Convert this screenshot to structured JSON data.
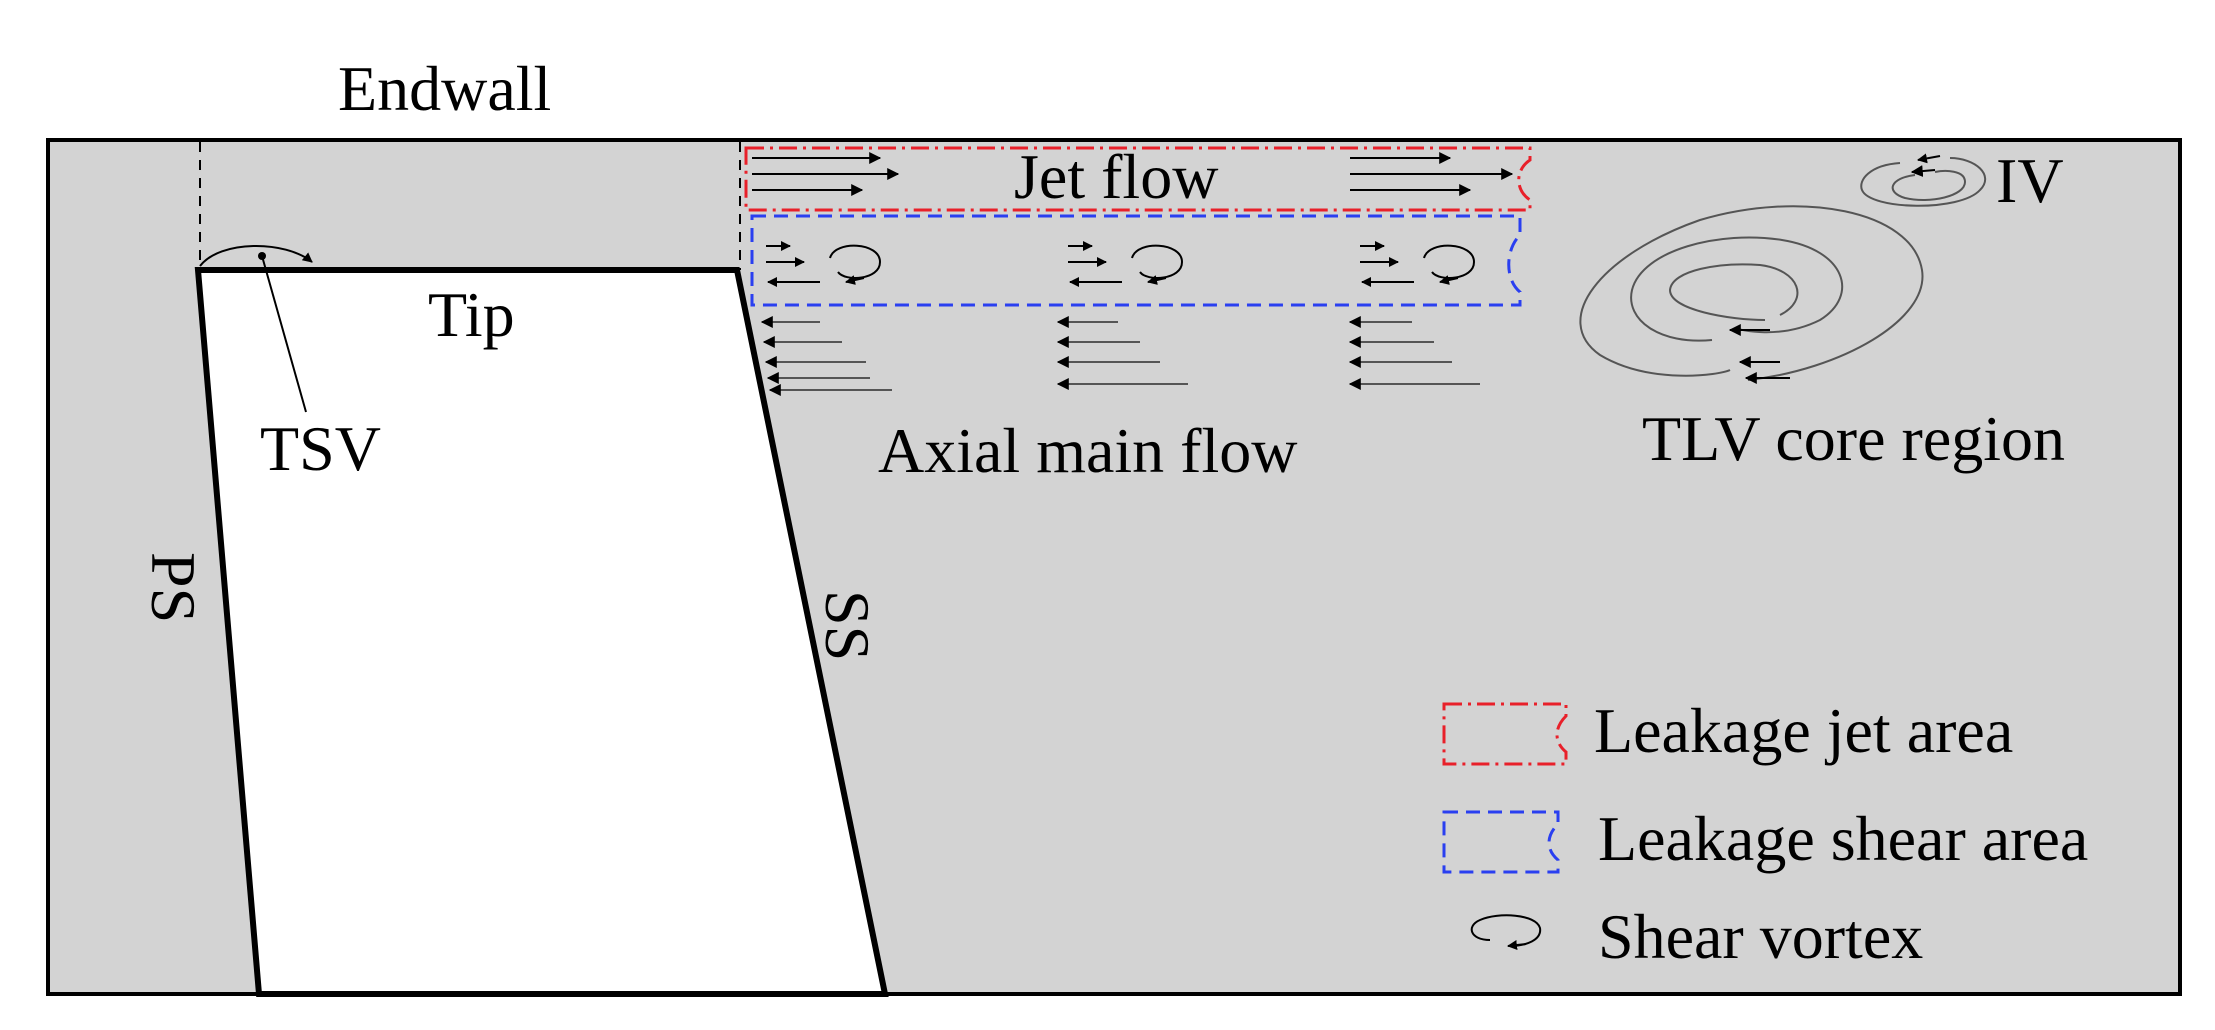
{
  "labels": {
    "endwall": "Endwall",
    "tip": "Tip",
    "tsv": "TSV",
    "ps": "PS",
    "ss": "SS",
    "jet_flow": "Jet flow",
    "axial_main_flow": "Axial main flow",
    "tlv_core_region": "TLV core region",
    "iv": "IV"
  },
  "legend": {
    "items": [
      {
        "label": "Leakage jet area",
        "style": "dash-dot",
        "color": "#e8202a"
      },
      {
        "label": "Leakage shear area",
        "style": "dashed",
        "color": "#2a3ff0"
      },
      {
        "label": "Shear vortex",
        "style": "vortex-symbol",
        "color": "#000000"
      }
    ]
  },
  "colors": {
    "background": "#d3d3d3",
    "blade": "#ffffff",
    "outline": "#000000",
    "jet_area": "#e8202a",
    "shear_area": "#2a3ff0",
    "streamline": "#555555"
  }
}
